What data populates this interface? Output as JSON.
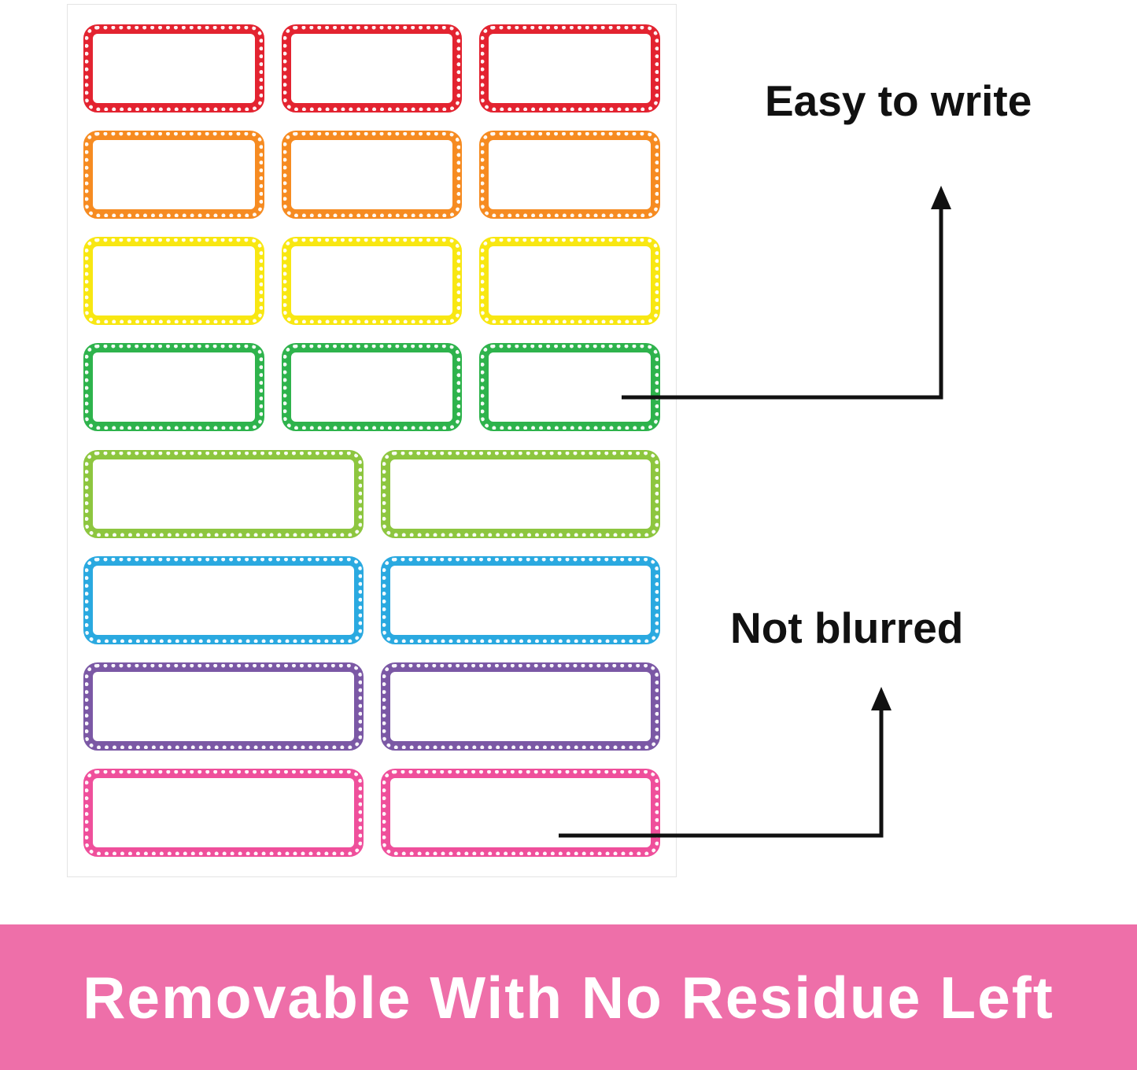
{
  "annotations": {
    "easy_to_write": "Easy to write",
    "not_blurred": "Not blurred",
    "arrow_color": "#111111"
  },
  "banner": {
    "text": "Removable With No Residue Left",
    "background_color": "#ee6fa9",
    "text_color": "#ffffff"
  },
  "sheet": {
    "background_color": "#ffffff",
    "rows": [
      {
        "name": "red",
        "border_color": "#e32330",
        "label_count": 3
      },
      {
        "name": "orange",
        "border_color": "#f68b21",
        "label_count": 3
      },
      {
        "name": "yellow",
        "border_color": "#f8e712",
        "label_count": 3
      },
      {
        "name": "green",
        "border_color": "#2eb34c",
        "label_count": 3
      },
      {
        "name": "lime-green",
        "border_color": "#8dc63f",
        "label_count": 2
      },
      {
        "name": "blue",
        "border_color": "#2aa9e0",
        "label_count": 2
      },
      {
        "name": "purple",
        "border_color": "#7b58a5",
        "label_count": 2
      },
      {
        "name": "pink",
        "border_color": "#ef4f9b",
        "label_count": 2
      }
    ]
  }
}
